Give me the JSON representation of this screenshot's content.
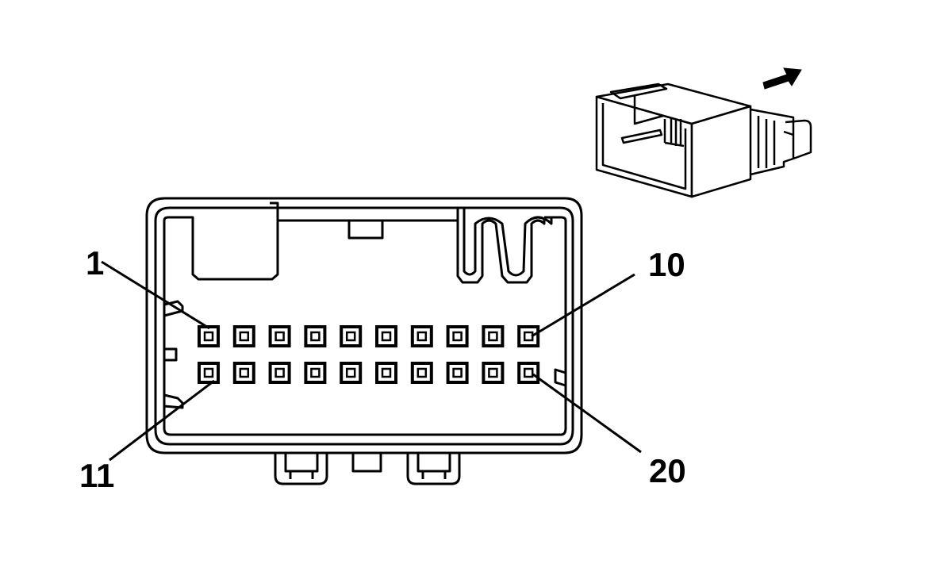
{
  "connector": {
    "rows": 2,
    "pins_per_row": 10,
    "labels": {
      "pin_1": "1",
      "pin_10": "10",
      "pin_11": "11",
      "pin_20": "20"
    }
  },
  "colors": {
    "line": "#000000",
    "background": "#ffffff",
    "arrow": "#000000"
  },
  "icons": {
    "direction": "arrow-right-icon"
  }
}
